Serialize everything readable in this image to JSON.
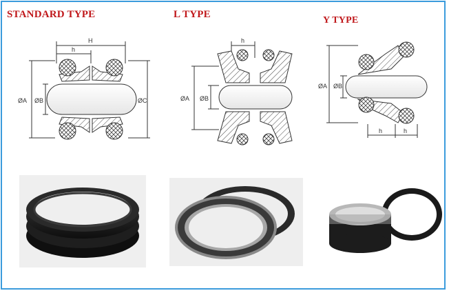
{
  "titles": {
    "standard": "STANDARD TYPE",
    "l_type": "L TYPE",
    "y_type": "Y TYPE"
  },
  "standard_labels": {
    "h": "h",
    "H": "H",
    "A": "ØA",
    "B": "ØB",
    "C": "ØC"
  },
  "l_labels": {
    "h": "h",
    "A": "ØA",
    "B": "ØB"
  },
  "y_labels": {
    "h1": "h",
    "h2": "h",
    "A": "ØA",
    "B": "ØB"
  },
  "colors": {
    "title": "#c0181b",
    "frame": "#3a9bdc",
    "rubber": "#1c1c1c",
    "metal": "#9a9a9a"
  }
}
